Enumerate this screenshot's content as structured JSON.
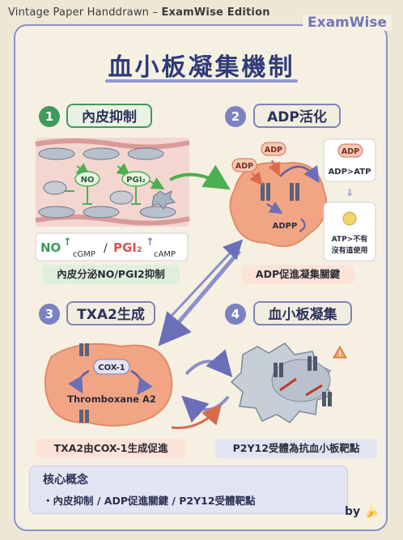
{
  "header": {
    "edition_prefix": "Vintage Paper Handdrawn – ",
    "edition_brand": "ExamWise Edition",
    "brand": "ExamWise"
  },
  "title": "血小板凝集機制",
  "sections": [
    {
      "num": "1",
      "label": "內皮抑制",
      "caption": "內皮分泌NO/PGI2抑制",
      "color": "#3f9a5b"
    },
    {
      "num": "2",
      "label": "ADP活化",
      "caption": "ADP促進凝集關鍵",
      "color": "#7b82c2"
    },
    {
      "num": "3",
      "label": "TXA2生成",
      "caption": "TXA2由COX-1生成促進",
      "color": "#7b82c2"
    },
    {
      "num": "4",
      "label": "血小板凝集",
      "caption": "P2Y12受體為抗血小板靶點",
      "color": "#7b82c2"
    }
  ],
  "panel1": {
    "no": "NO",
    "pgi": "PGI₂",
    "no_legend": "NO",
    "cgmp": "cGMP",
    "pgi_legend": "PGI₂",
    "camp": "cAMP",
    "sep": "/"
  },
  "panel2": {
    "adp_a": "ADP",
    "adp_b": "ADP",
    "adpp": "ADPP",
    "adp_c": "ADP",
    "adp_atp": "ADP>ATP",
    "atp_note": "ATP>不有\n沒有這使用"
  },
  "panel3": {
    "cox": "COX-1",
    "tx": "Thromboxane A2"
  },
  "concept": {
    "title": "核心概念",
    "body": "・內皮抑制 / ADP促進關鍵 / P2Y12受體靶點"
  },
  "footer": {
    "by": "by 🍌"
  },
  "colors": {
    "accent": "#7b82c2",
    "green": "#3f9a5b",
    "platelet": "#ef9a75",
    "red": "#c0392b"
  }
}
